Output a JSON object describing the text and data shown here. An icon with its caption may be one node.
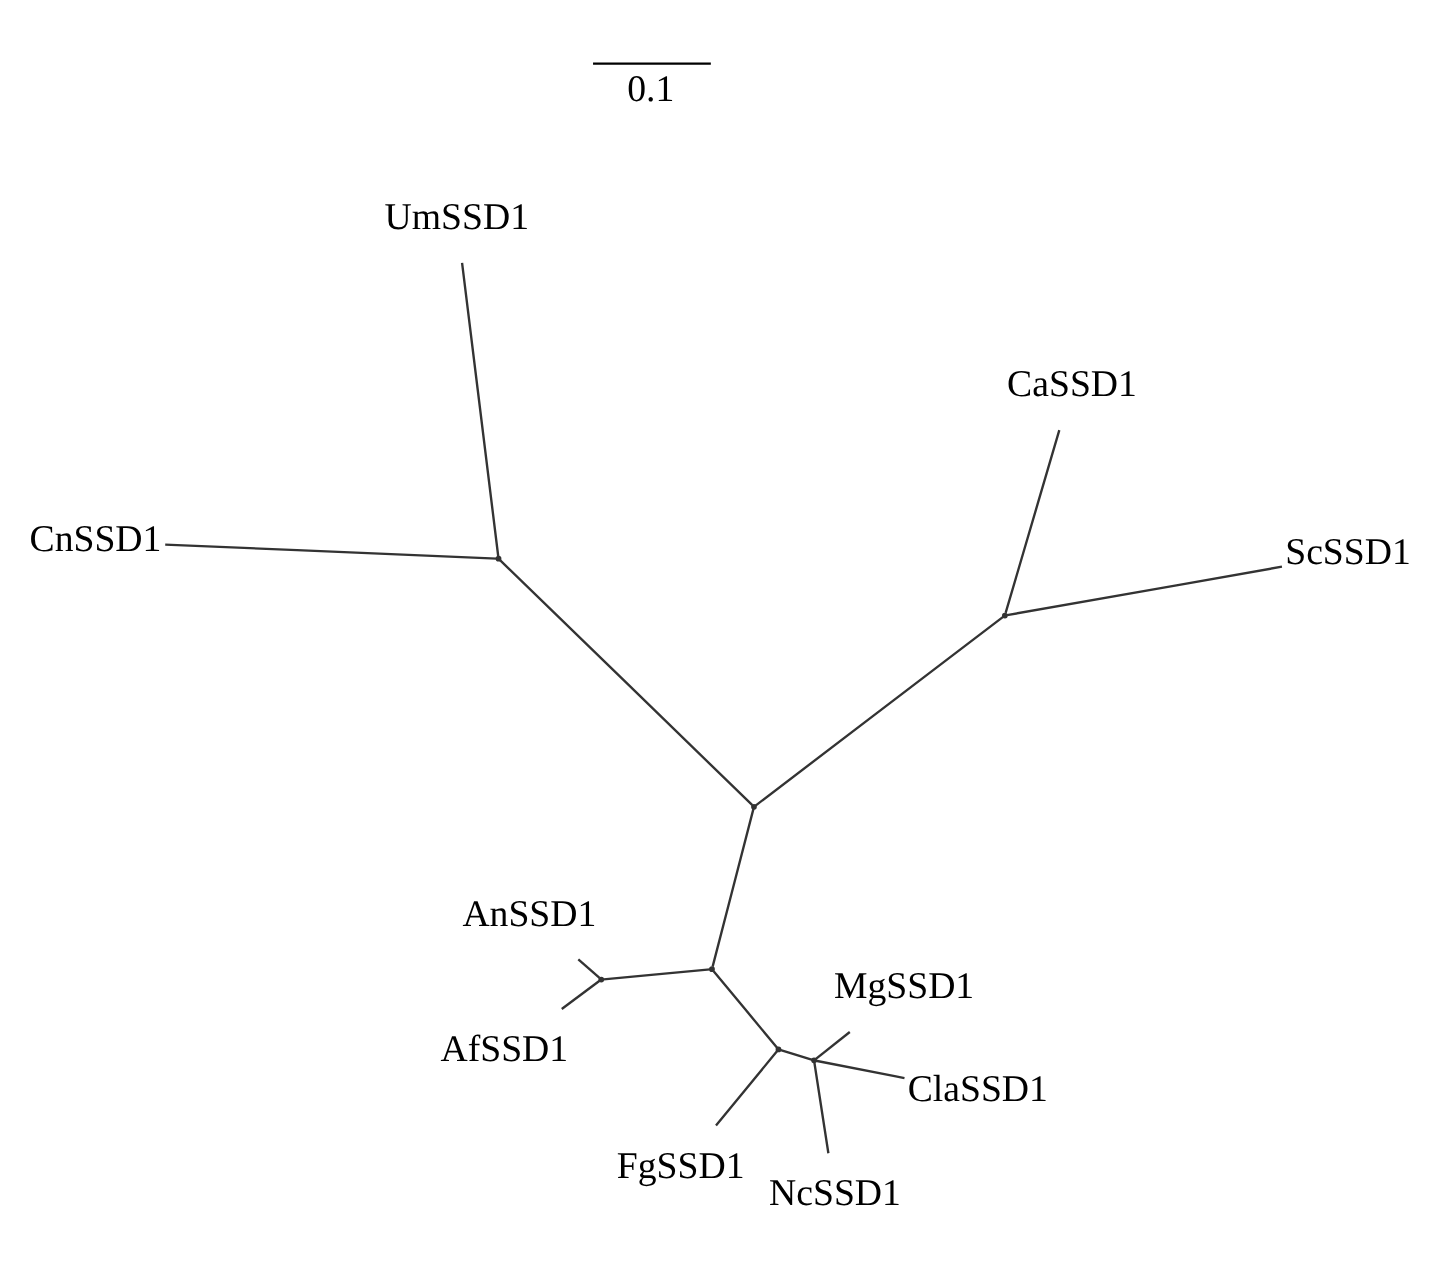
{
  "diagram": {
    "nodes": [
      {
        "text": [
          "ClaSSD1"
        ]
      },
      {
        "text": [
          "MgSSD1"
        ]
      },
      {
        "text": [
          "NcSSD1"
        ]
      },
      {
        "text": [
          "FgSSD1"
        ]
      },
      {
        "text": [
          "ScSSD1"
        ]
      },
      {
        "text": [
          "AnSSD1"
        ]
      },
      {
        "text": [
          "AfSSD1"
        ]
      },
      {
        "text": [
          "CaSSD1"
        ]
      },
      {
        "text": [
          "CnSSD1"
        ]
      },
      {
        "text": [
          "UmSSD1"
        ]
      },
      {
        "text": [],
        "shape": "point"
      },
      {
        "text": [],
        "shape": "point"
      },
      {
        "text": [],
        "shape": "point"
      },
      {
        "text": [],
        "shape": "point"
      },
      {
        "text": [],
        "shape": "point"
      },
      {
        "text": [],
        "shape": "point"
      },
      {
        "text": [],
        "shape": "point"
      }
    ],
    "edges": [
      {
        "from": 10,
        "to": 0,
        "arrow": "none"
      },
      {
        "from": 10,
        "to": 1,
        "arrow": "none"
      },
      {
        "from": 10,
        "to": 2,
        "arrow": "none"
      },
      {
        "from": 11,
        "to": 10,
        "arrow": "none"
      },
      {
        "from": 11,
        "to": 3,
        "arrow": "none"
      },
      {
        "from": 12,
        "to": 11,
        "arrow": "none"
      },
      {
        "from": 13,
        "to": 5,
        "arrow": "none"
      },
      {
        "from": 13,
        "to": 6,
        "arrow": "none"
      },
      {
        "from": 12,
        "to": 13,
        "arrow": "none"
      },
      {
        "from": 14,
        "to": 12,
        "arrow": "none"
      },
      {
        "from": 15,
        "to": 4,
        "arrow": "none"
      },
      {
        "from": 15,
        "to": 7,
        "arrow": "none"
      },
      {
        "from": 14,
        "to": 15,
        "arrow": "none"
      },
      {
        "from": 16,
        "to": 8,
        "arrow": "none"
      },
      {
        "from": 16,
        "to": 9,
        "arrow": "none"
      },
      {
        "from": 14,
        "to": 16,
        "arrow": "none"
      }
    ],
    "labels": [
      "0.1"
    ]
  }
}
